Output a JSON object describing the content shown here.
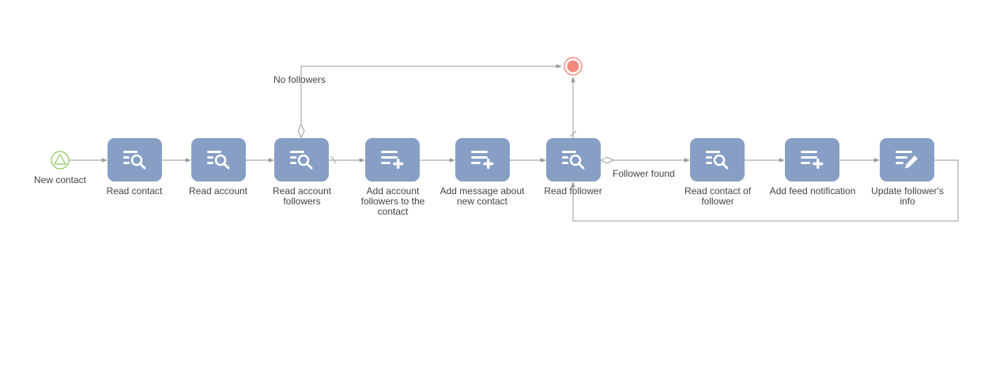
{
  "process": {
    "start_label": "New contact",
    "tasks": [
      {
        "label": "Read contact",
        "icon": "read-data-icon"
      },
      {
        "label": "Read account",
        "icon": "read-data-icon"
      },
      {
        "label": "Read account followers",
        "icon": "read-data-icon"
      },
      {
        "label": "Add account followers to the contact",
        "icon": "add-data-icon"
      },
      {
        "label": "Add message about new contact",
        "icon": "add-data-icon"
      },
      {
        "label": "Read follower",
        "icon": "read-data-icon"
      },
      {
        "label": "Read contact of follower",
        "icon": "read-data-icon"
      },
      {
        "label": "Add feed notification",
        "icon": "add-data-icon"
      },
      {
        "label": "Update follower's info",
        "icon": "modify-data-icon"
      }
    ],
    "flows": {
      "no_followers": "No followers",
      "follower_found": "Follower found"
    }
  },
  "colors": {
    "task_fill": "#879fc5",
    "start_event": "#8dc85a",
    "end_event": "#f28b7d",
    "connector": "#9a9a9a"
  }
}
